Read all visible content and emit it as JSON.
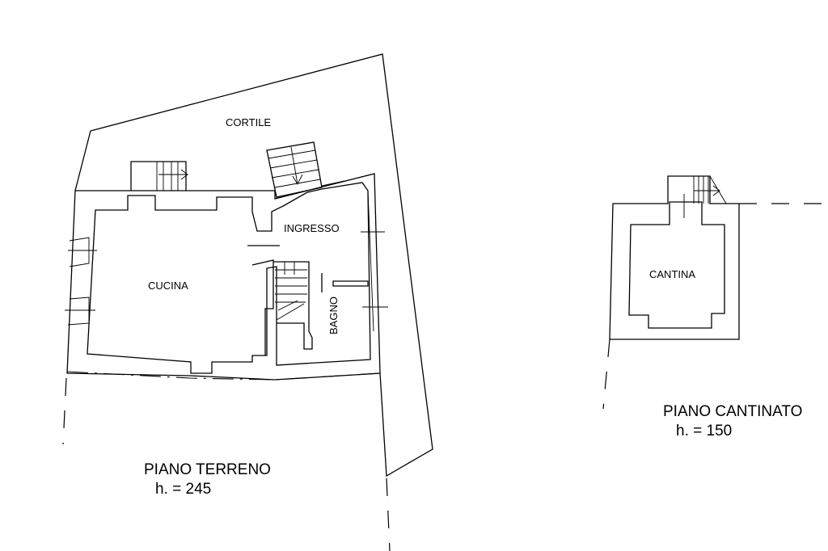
{
  "ground_floor": {
    "rooms": {
      "cortile": "CORTILE",
      "ingresso": "INGRESSO",
      "cucina": "CUCINA",
      "bagno": "BAGNO"
    },
    "title": "PIANO TERRENO",
    "height": "h. = 245"
  },
  "basement": {
    "rooms": {
      "cantina": "CANTINA"
    },
    "title": "PIANO CANTINATO",
    "height": "h. = 150"
  }
}
